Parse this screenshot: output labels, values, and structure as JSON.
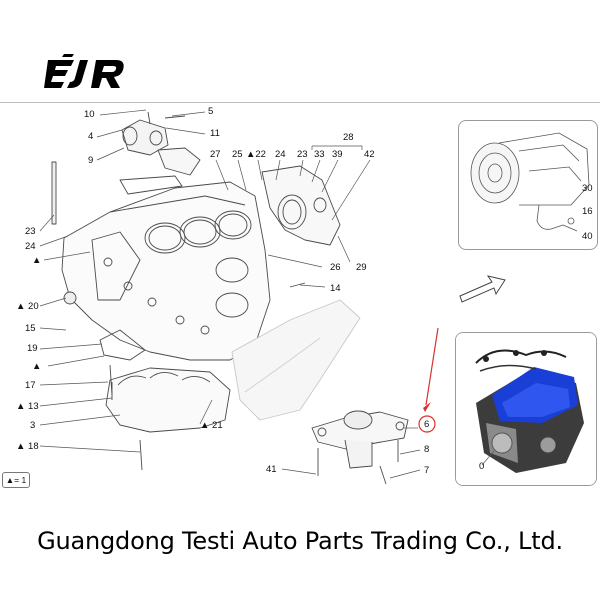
{
  "logo": {
    "text": "EJR"
  },
  "legend": {
    "text": "▲= 1"
  },
  "footer": {
    "company": "Guangdong Testi Auto Parts Trading Co., Ltd."
  },
  "callouts": [
    {
      "id": "10",
      "label": "10"
    },
    {
      "id": "5",
      "label": "5"
    },
    {
      "id": "4",
      "label": "4"
    },
    {
      "id": "11",
      "label": "11"
    },
    {
      "id": "9",
      "label": "9"
    },
    {
      "id": "27",
      "label": "27"
    },
    {
      "id": "25",
      "label": "25"
    },
    {
      "id": "22",
      "label": "▲22"
    },
    {
      "id": "24a",
      "label": "24"
    },
    {
      "id": "23a",
      "label": "23"
    },
    {
      "id": "33",
      "label": "33"
    },
    {
      "id": "39",
      "label": "39"
    },
    {
      "id": "42",
      "label": "42"
    },
    {
      "id": "28",
      "label": "28"
    },
    {
      "id": "23b",
      "label": "23"
    },
    {
      "id": "24b",
      "label": "24"
    },
    {
      "id": "tri1",
      "label": "▲"
    },
    {
      "id": "26",
      "label": "26"
    },
    {
      "id": "29",
      "label": "29"
    },
    {
      "id": "14",
      "label": "14"
    },
    {
      "id": "20",
      "label": "▲ 20"
    },
    {
      "id": "15",
      "label": "15"
    },
    {
      "id": "19",
      "label": "19"
    },
    {
      "id": "tri2",
      "label": "▲"
    },
    {
      "id": "17",
      "label": "17"
    },
    {
      "id": "13",
      "label": "▲ 13"
    },
    {
      "id": "3",
      "label": "3"
    },
    {
      "id": "21",
      "label": "▲ 21"
    },
    {
      "id": "18",
      "label": "▲ 18"
    },
    {
      "id": "41",
      "label": "41"
    },
    {
      "id": "6",
      "label": "6"
    },
    {
      "id": "8",
      "label": "8"
    },
    {
      "id": "7",
      "label": "7"
    },
    {
      "id": "30",
      "label": "30"
    },
    {
      "id": "16",
      "label": "16"
    },
    {
      "id": "40",
      "label": "40"
    },
    {
      "id": "0",
      "label": "0"
    }
  ],
  "colors": {
    "engine_blue": "#1a3fd6",
    "highlight_red": "#d9322b",
    "line": "#555555"
  }
}
